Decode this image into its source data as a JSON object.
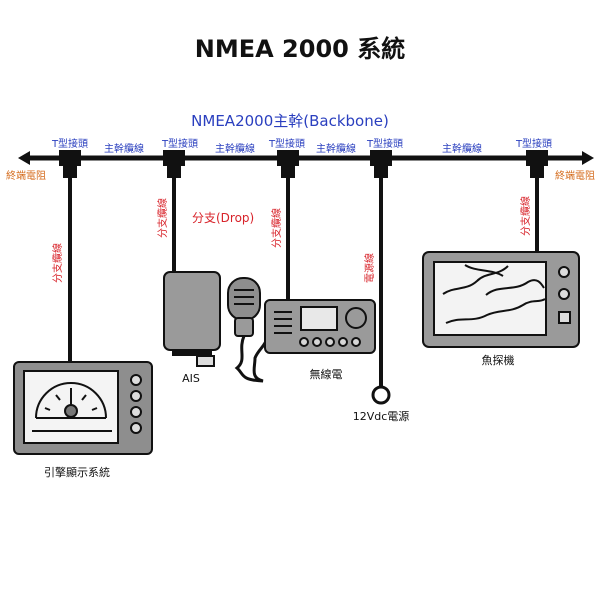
{
  "title": "NMEA 2000 系統",
  "backbone_label": "NMEA2000主幹(Backbone)",
  "drop_label": "分支(Drop)",
  "backbone_segments": {
    "t_connector": "T型接頭",
    "trunk_cable": "主幹纜線"
  },
  "terminators": {
    "left": "終端電阻",
    "right": "終端電阻"
  },
  "drop_cable": "分支纜線",
  "power_cable": "電源線",
  "devices": {
    "engine": "引擎顯示系統",
    "ais": "AIS",
    "radio": "無線電",
    "power": "12Vdc電源",
    "fishfinder": "魚探機"
  },
  "colors": {
    "blue": "#2a3fbf",
    "orange": "#d46a1a",
    "red": "#d8232a",
    "device_body": "#9a9a9a",
    "screen": "#f0f0f0"
  }
}
